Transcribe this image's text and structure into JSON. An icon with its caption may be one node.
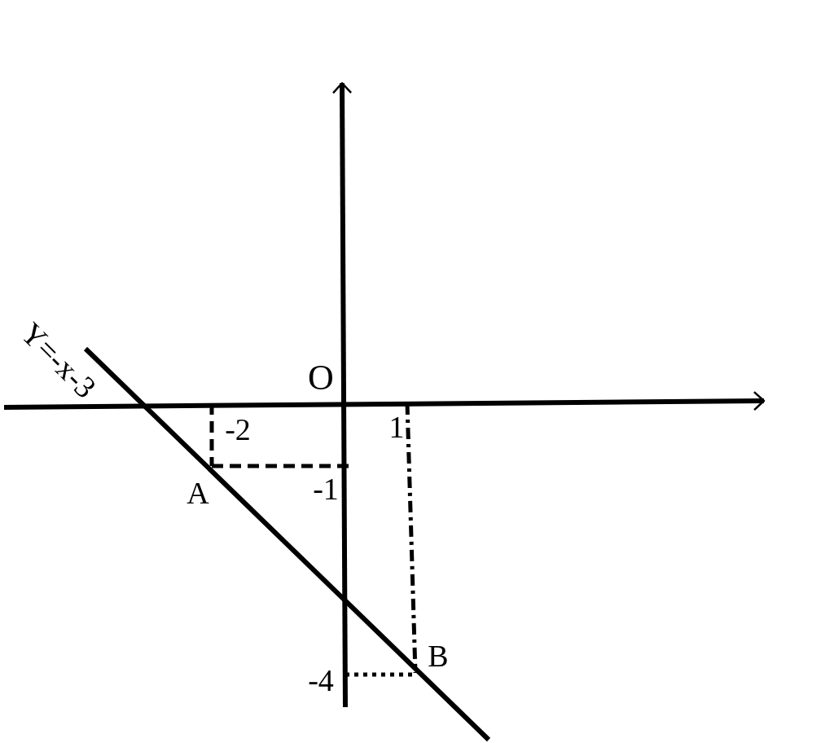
{
  "diagram": {
    "labels": [
      "Y=-x-3",
      "O",
      "-2",
      "1",
      "A",
      "-1",
      "B",
      "-4"
    ]
  }
}
